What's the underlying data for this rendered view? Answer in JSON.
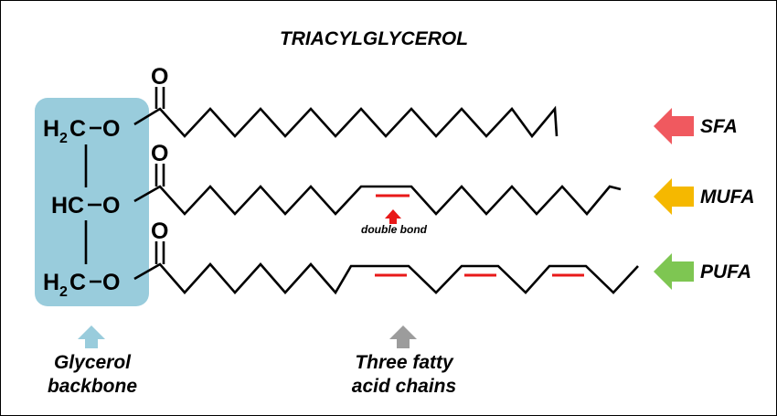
{
  "title": "TRIACYLGLYCEROL",
  "atoms": {
    "oxygen": "O",
    "h2c": "H",
    "sub2": "2",
    "c": "C",
    "hc": "HC"
  },
  "labels": {
    "sfa": "SFA",
    "mufa": "MUFA",
    "pufa": "PUFA",
    "double_bond": "double bond",
    "glycerol_line1": "Glycerol",
    "glycerol_line2": "backbone",
    "fatty_line1": "Three fatty",
    "fatty_line2": "acid chains"
  },
  "colors": {
    "sfa_arrow": "#f0595f",
    "mufa_arrow": "#f5b800",
    "pufa_arrow": "#7ec652",
    "double_bond": "#e81919",
    "glycerol_box": "#99ccdc",
    "glycerol_arrow": "#99ccdc",
    "fatty_arrow": "#9c9c9c"
  },
  "chains": [
    {
      "type": "SFA",
      "double_bonds": []
    },
    {
      "type": "MUFA",
      "double_bonds": [
        9
      ]
    },
    {
      "type": "PUFA",
      "double_bonds": [
        9,
        12,
        15
      ]
    }
  ]
}
